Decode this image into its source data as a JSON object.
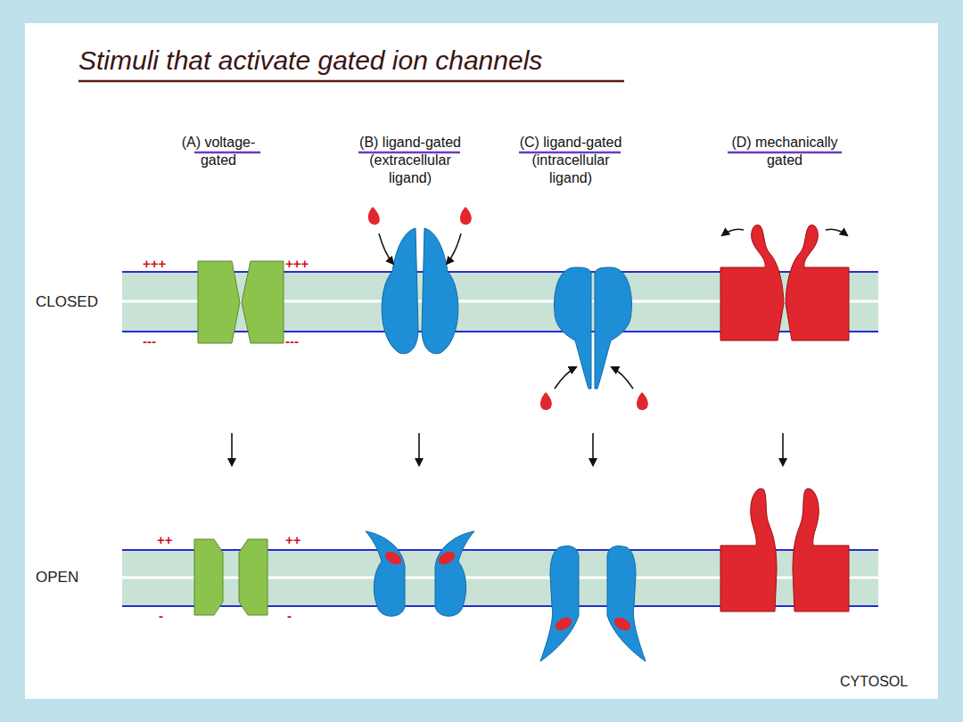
{
  "diagram": {
    "title": "Stimuli that activate gated ion channels",
    "labels": [
      "(A) voltage-gated",
      "(B) ligand-gated (extracellular ligand)",
      "(C) ligand-gated (intracellular ligand)",
      "(D) mechanically gated",
      "CLOSED",
      "+++",
      "+++",
      "---",
      "---",
      "OPEN",
      "++",
      "++",
      "-",
      "-",
      "CYTOSOL"
    ]
  }
}
